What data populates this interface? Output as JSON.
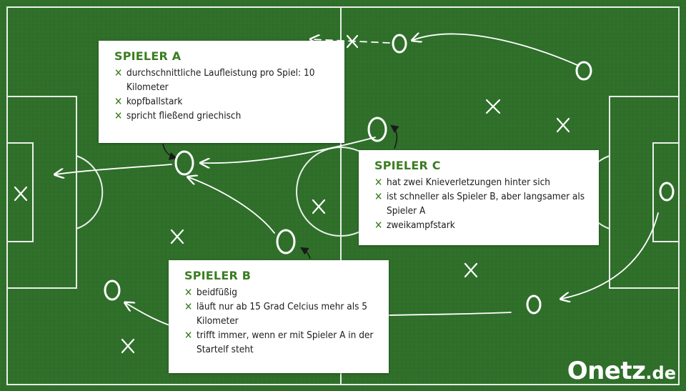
{
  "colors": {
    "grass": "#2f6f2a",
    "chalk": "#ffffff",
    "accent": "#3b7d22",
    "card_text": "#1b1b1b"
  },
  "cards": [
    {
      "id": "a",
      "title": "SPIELER A",
      "items": [
        "durchschnittliche Laufleistung pro Spiel: 10 Kilometer",
        "kopfballstark",
        "spricht fließend griechisch"
      ]
    },
    {
      "id": "b",
      "title": "SPIELER B",
      "items": [
        "beidfüßig",
        "läuft nur ab 15 Grad Celcius mehr als 5 Kilometer",
        "trifft immer, wenn er mit Spieler A in der Startelf steht"
      ]
    },
    {
      "id": "c",
      "title": "SPIELER C",
      "items": [
        "hat zwei Knieverletzungen hinter sich",
        "ist schneller als Spieler B, aber langsamer als Spieler A",
        "zweikampfstark"
      ]
    }
  ],
  "bullet_glyph": "✕",
  "logo": {
    "name": "Onetz",
    "suffix": ".de"
  },
  "icons": [
    "x-marker-icon",
    "o-marker-icon",
    "arrow-icon"
  ]
}
